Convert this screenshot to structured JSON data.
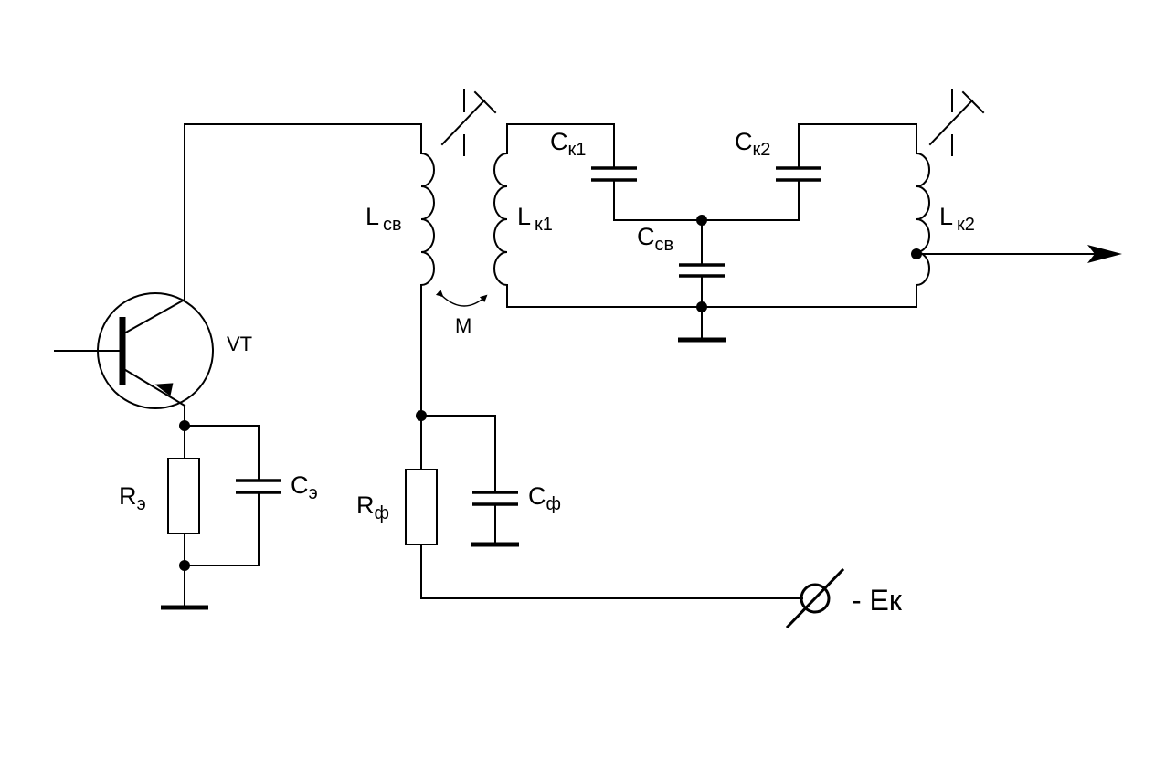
{
  "diagram": {
    "components": {
      "transistor": {
        "label": "VT"
      },
      "emitter_resistor": {
        "main": "R",
        "sub": "э"
      },
      "emitter_capacitor": {
        "main": "C",
        "sub": "э"
      },
      "filter_resistor": {
        "main": "R",
        "sub": "ф"
      },
      "filter_capacitor": {
        "main": "C",
        "sub": "ф"
      },
      "coupling_inductor": {
        "main": "L",
        "sub": "св"
      },
      "tank_inductor_1": {
        "main": "L",
        "sub": "к1"
      },
      "tank_inductor_2": {
        "main": "L",
        "sub": "к2"
      },
      "tank_capacitor_1": {
        "main": "C",
        "sub": "к1"
      },
      "tank_capacitor_2": {
        "main": "C",
        "sub": "к2"
      },
      "coupling_capacitor": {
        "main": "C",
        "sub": "св"
      },
      "mutual_inductance": {
        "label": "M"
      },
      "supply_terminal": {
        "label": "- Eк"
      }
    }
  }
}
